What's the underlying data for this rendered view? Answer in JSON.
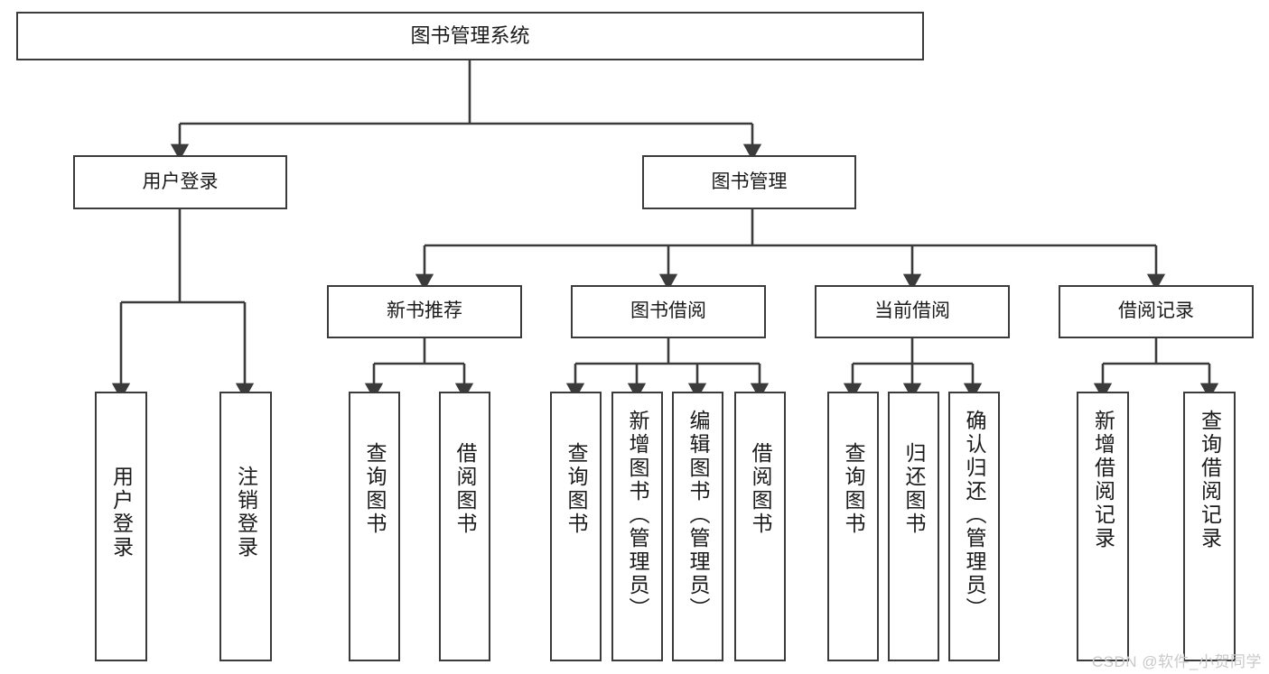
{
  "diagram": {
    "type": "tree-hierarchy-chart",
    "title": "图书管理系统",
    "root": {
      "id": "root",
      "label": "图书管理系统"
    },
    "level2": [
      {
        "id": "login",
        "label": "用户登录"
      },
      {
        "id": "bookmgmt",
        "label": "图书管理"
      }
    ],
    "level3": [
      {
        "id": "newbook",
        "label": "新书推荐",
        "parent": "bookmgmt"
      },
      {
        "id": "borrow",
        "label": "图书借阅",
        "parent": "bookmgmt"
      },
      {
        "id": "current",
        "label": "当前借阅",
        "parent": "bookmgmt"
      },
      {
        "id": "record",
        "label": "借阅记录",
        "parent": "bookmgmt"
      }
    ],
    "leaves": [
      {
        "id": "leaf-user-login",
        "label": "用户登录",
        "parent": "login"
      },
      {
        "id": "leaf-logout",
        "label": "注销登录",
        "parent": "login"
      },
      {
        "id": "leaf-query-book-1",
        "label": "查询图书",
        "parent": "newbook"
      },
      {
        "id": "leaf-borrow-book-1",
        "label": "借阅图书",
        "parent": "newbook"
      },
      {
        "id": "leaf-query-book-2",
        "label": "查询图书",
        "parent": "borrow"
      },
      {
        "id": "leaf-add-book",
        "label": "新增图书（管理员）",
        "parent": "borrow"
      },
      {
        "id": "leaf-edit-book",
        "label": "编辑图书（管理员）",
        "parent": "borrow"
      },
      {
        "id": "leaf-borrow-book-2",
        "label": "借阅图书",
        "parent": "borrow"
      },
      {
        "id": "leaf-query-book-3",
        "label": "查询图书",
        "parent": "current"
      },
      {
        "id": "leaf-return-book",
        "label": "归还图书",
        "parent": "current"
      },
      {
        "id": "leaf-confirm-return",
        "label": "确认归还（管理员）",
        "parent": "current"
      },
      {
        "id": "leaf-add-record",
        "label": "新增借阅记录",
        "parent": "record"
      },
      {
        "id": "leaf-query-record",
        "label": "查询借阅记录",
        "parent": "record"
      }
    ],
    "watermark": "CSDN @软件_小贺同学",
    "colors": {
      "stroke": "#3b3b3b",
      "fill": "#ffffff",
      "text": "#1a1a1a",
      "watermark": "#c9c9c9"
    }
  }
}
